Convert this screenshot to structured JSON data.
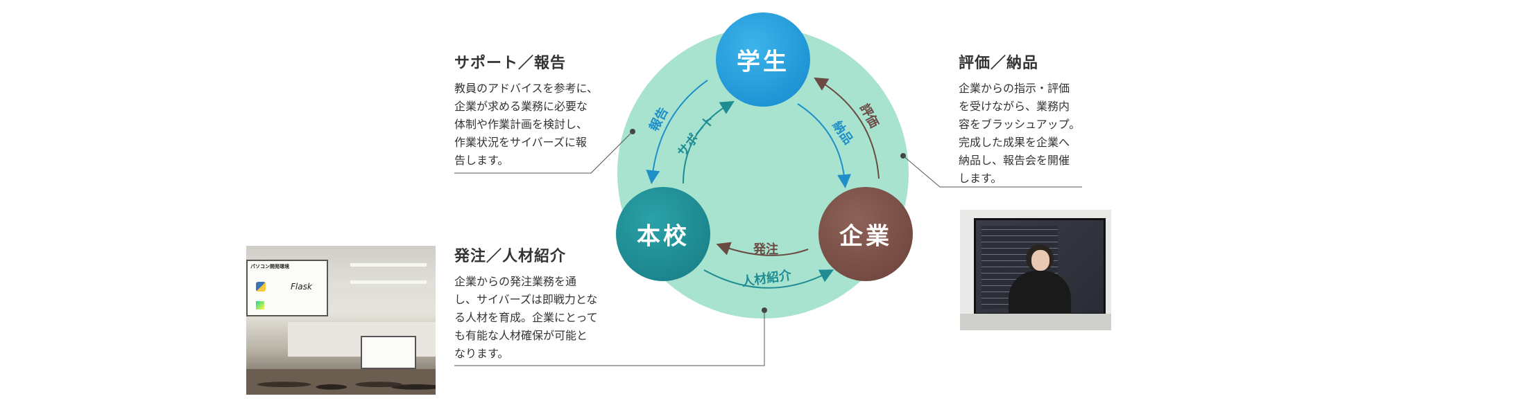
{
  "diagram": {
    "nodes": {
      "student": "学生",
      "school": "本校",
      "company": "企業"
    },
    "arrows": {
      "report": "報告",
      "support": "サポート",
      "evaluation": "評価",
      "delivery": "納品",
      "order": "発注",
      "talent": "人材紹介"
    }
  },
  "blocks": {
    "support_report": {
      "title": "サポート／報告",
      "lines": [
        "教員のアドバイスを参考に、",
        "企業が求める業務に必要な",
        "体制や作業計画を検討し、",
        "作業状況をサイバーズに報",
        "告します。"
      ]
    },
    "evaluation_delivery": {
      "title": "評価／納品",
      "lines": [
        "企業からの指示・評価",
        "を受けながら、業務内",
        "容をブラッシュアップ。",
        "完成した成果を企業へ",
        "納品し、報告会を開催",
        "します。"
      ]
    },
    "order_talent": {
      "title": "発注／人材紹介",
      "lines": [
        "企業からの発注業務を通",
        "し、サイバーズは即戦力とな",
        "る人材を育成。企業にとって",
        "も有能な人材確保が可能と",
        "なります。"
      ]
    }
  },
  "colors": {
    "circle_bg": "#a8e3d0",
    "student": "#1a9ad8",
    "school": "#1f8c94",
    "company": "#7a4e44",
    "arrow_blue": "#1f8fc8",
    "arrow_teal": "#1f8c94",
    "arrow_brown": "#6b4a43"
  },
  "photos": {
    "classroom_slide": {
      "heading": "パソコン開発環境",
      "logo": "Flask"
    }
  }
}
